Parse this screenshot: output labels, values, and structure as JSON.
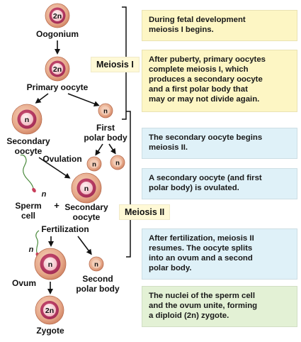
{
  "colors": {
    "yellow_box": "#fdf6c4",
    "blue_box": "#dff1f8",
    "green_box": "#e3f1d5",
    "cell_outer": "#e6a889",
    "cell_inner": "#c2426a",
    "nucleus": "#f8d2d6"
  },
  "cells": {
    "oogonium": {
      "ploidy": "2n",
      "label": "Oogonium"
    },
    "primary_oocyte": {
      "ploidy": "2n",
      "label": "Primary oocyte"
    },
    "secondary_oocyte_1": {
      "ploidy": "n",
      "label_line1": "Secondary",
      "label_line2": "oocyte"
    },
    "first_polar_body": {
      "ploidy": "n",
      "label_line1": "First",
      "label_line2": "polar body"
    },
    "polar_div_a": {
      "ploidy": "n"
    },
    "polar_div_b": {
      "ploidy": "n"
    },
    "secondary_oocyte_2": {
      "ploidy": "n",
      "label_line1": "Secondary",
      "label_line2": "oocyte"
    },
    "sperm": {
      "ploidy": "n",
      "label_line1": "Sperm",
      "label_line2": "cell"
    },
    "ovum": {
      "ploidy": "n",
      "label": "Ovum"
    },
    "second_polar_body": {
      "ploidy": "n",
      "label_line1": "Second",
      "label_line2": "polar body"
    },
    "zygote": {
      "ploidy": "2n",
      "label": "Zygote"
    }
  },
  "events": {
    "ovulation": "Ovulation",
    "fertilization": "Fertilization",
    "plus": "+",
    "sperm_n": "n",
    "zygote_n": "n"
  },
  "phases": {
    "meiosis_1": "Meiosis I",
    "meiosis_2": "Meiosis II"
  },
  "boxes": [
    {
      "id": "b1",
      "color": "yellow",
      "lines": [
        "During fetal development",
        "meiosis I begins."
      ]
    },
    {
      "id": "b2",
      "color": "yellow",
      "lines": [
        "After puberty, primary oocytes",
        "complete meiosis I, which",
        "produces a secondary oocyte",
        "and a first polar body that",
        "may or may not divide again."
      ]
    },
    {
      "id": "b3",
      "color": "blue",
      "lines": [
        "The secondary oocyte begins",
        "meiosis II."
      ]
    },
    {
      "id": "b4",
      "color": "blue",
      "lines": [
        "A secondary oocyte (and first",
        "polar body) is ovulated."
      ]
    },
    {
      "id": "b5",
      "color": "blue",
      "lines": [
        "After fertilization, meiosis II",
        "resumes. The oocyte splits",
        "into an ovum and a second",
        "polar body."
      ]
    },
    {
      "id": "b6",
      "color": "green",
      "lines": [
        "The nuclei of the sperm cell",
        "and the ovum unite, forming",
        "a diploid (2n) zygote."
      ]
    }
  ]
}
